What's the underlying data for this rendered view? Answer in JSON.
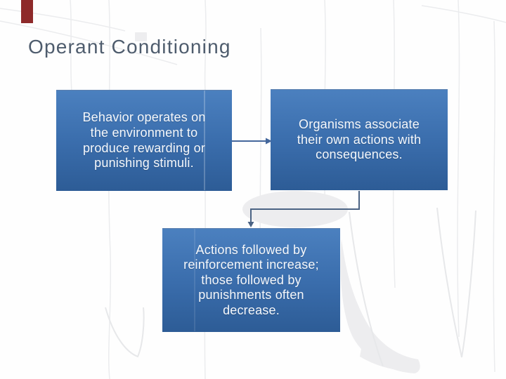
{
  "slide": {
    "title": "Operant Conditioning",
    "diagram": {
      "boxes": [
        {
          "name": "behavior",
          "text": "Behavior operates on\nthe environment to\nproduce rewarding or\npunishing stimuli."
        },
        {
          "name": "association",
          "text": "Organisms associate\ntheir own actions with\nconsequences."
        },
        {
          "name": "consequence",
          "text": "Actions followed by\nreinforcement increase;\nthose followed by\npunishments often\ndecrease."
        }
      ],
      "connectors": [
        {
          "name": "behavior-to-association",
          "type": "straight-arrow"
        },
        {
          "name": "association-to-consequence",
          "type": "elbow-arrow"
        }
      ]
    },
    "colors": {
      "background": "#fefefe",
      "title_text": "#4e5c6d",
      "box_gradient_top": "#4b80bf",
      "box_gradient_mid": "#3a6dac",
      "box_gradient_bottom": "#2d5c96",
      "box_text": "#f5f8fc",
      "connector": "#44679c",
      "connector_elbow": "#4b6384",
      "accent_bar": "#8e2a2a",
      "texture": "#ebecee",
      "texture_dark": "#e7e8ea",
      "blob": "#ededef"
    }
  }
}
